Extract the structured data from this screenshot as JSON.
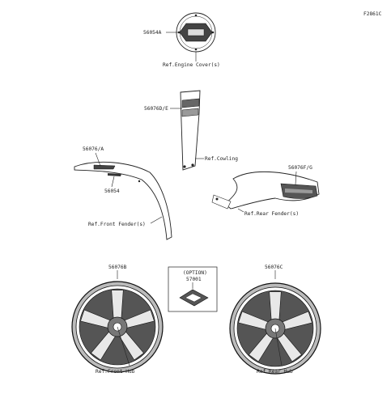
{
  "diagram": {
    "code": "F2861C",
    "parts": {
      "emblem": "56054A",
      "cowling_label": "56076D/E",
      "front_fender_label": "56076/A",
      "front_fender_small": "56054",
      "rear_fender_label": "56076F/G",
      "front_wheel_label": "56076B",
      "rear_wheel_label": "56076C",
      "option_part": "57001"
    },
    "refs": {
      "engine_cover": "Ref.Engine Cover(s)",
      "cowling": "Ref.Cowling",
      "front_fender": "Ref.Front Fender(s)",
      "rear_fender": "Ref.Rear Fender(s)",
      "front_hub": "Ref.Front Hub",
      "rear_hub": "Ref.Rear Hub"
    },
    "option_label": "(OPTION)"
  }
}
